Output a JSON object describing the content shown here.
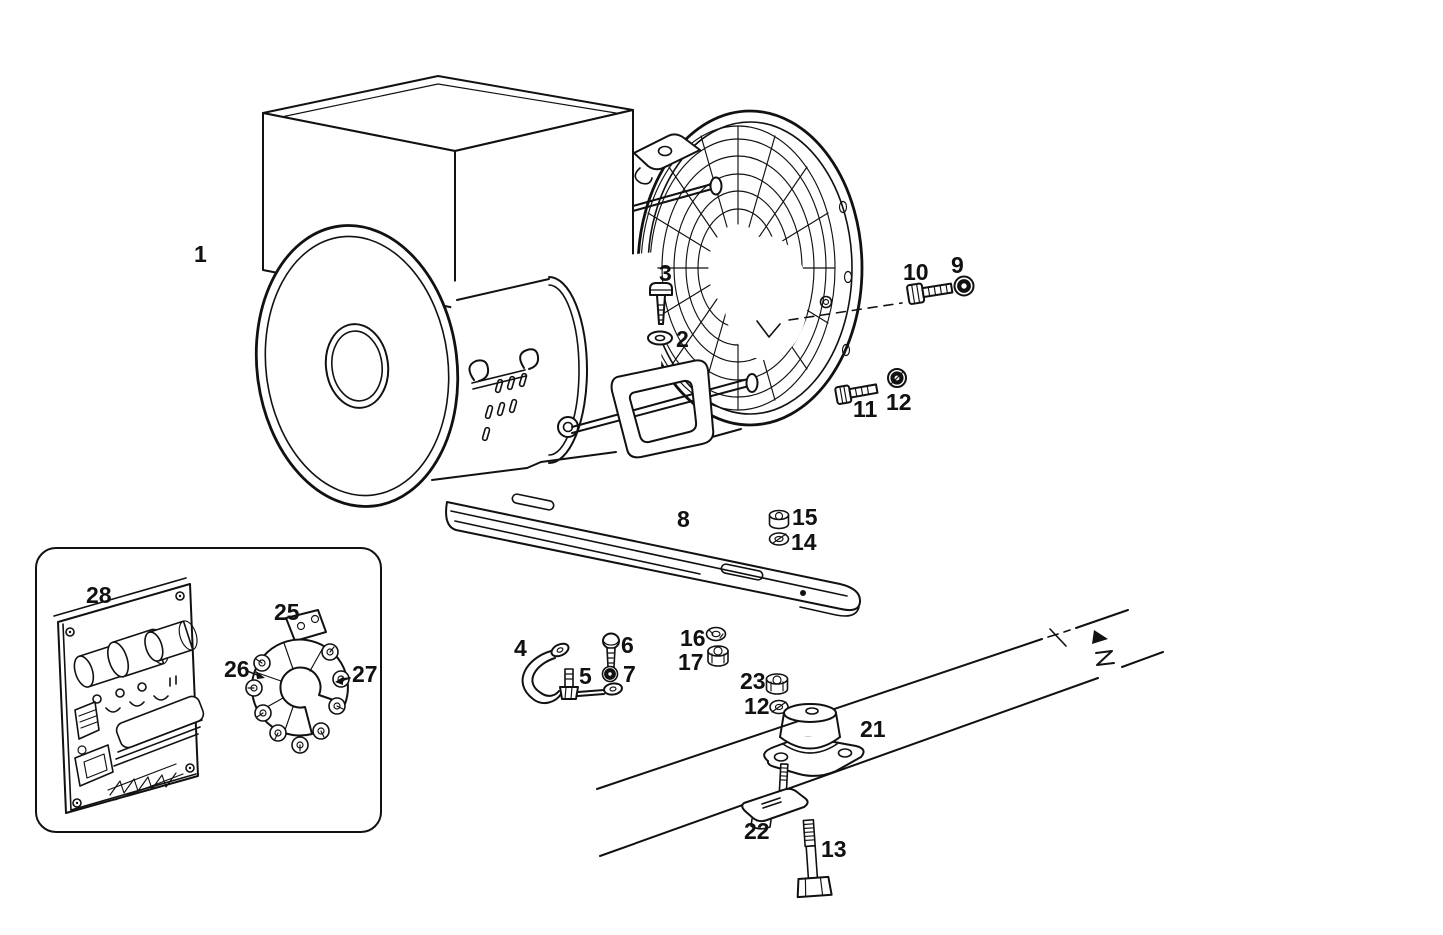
{
  "colors": {
    "ink": "#111111",
    "paper": "#ffffff"
  },
  "labels": {
    "p1": "1",
    "p2": "2",
    "p3": "3",
    "p4": "4",
    "p5": "5",
    "p6": "6",
    "p7": "7",
    "p8": "8",
    "p9": "9",
    "p10": "10",
    "p11": "11",
    "p12a": "12",
    "p12b": "12",
    "p13": "13",
    "p14": "14",
    "p15": "15",
    "p16": "16",
    "p17": "17",
    "p21": "21",
    "p22": "22",
    "p23": "23",
    "p25": "25",
    "p26": "26",
    "p27": "27",
    "p28": "28"
  }
}
